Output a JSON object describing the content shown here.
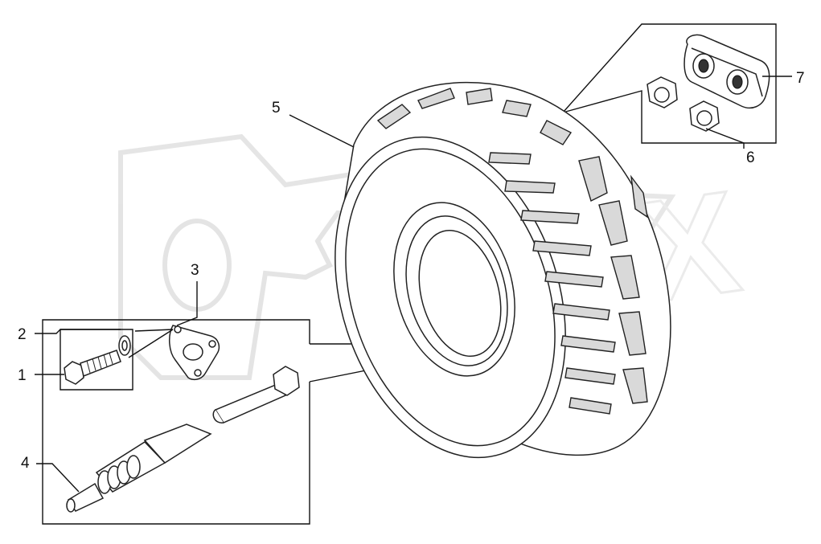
{
  "watermark": {
    "text": "OPEX"
  },
  "callouts": [
    {
      "id": "1",
      "label": "1"
    },
    {
      "id": "2",
      "label": "2"
    },
    {
      "id": "3",
      "label": "3"
    },
    {
      "id": "4",
      "label": "4"
    },
    {
      "id": "5",
      "label": "5"
    },
    {
      "id": "6",
      "label": "6"
    },
    {
      "id": "7",
      "label": "7"
    }
  ],
  "colors": {
    "line": "#111111",
    "watermark": "#d8d8d8",
    "background": "#ffffff"
  }
}
